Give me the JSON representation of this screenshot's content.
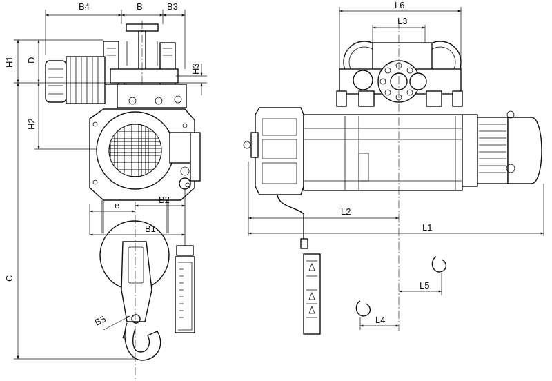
{
  "labels": {
    "B4": "B4",
    "B": "B",
    "B3": "B3",
    "H1": "H1",
    "D": "D",
    "H3": "H3",
    "H2": "H2",
    "C": "C",
    "e": "e",
    "B2": "B2",
    "B1": "B1",
    "B5": "B5",
    "L6": "L6",
    "L3": "L3",
    "L2": "L2",
    "L1": "L1",
    "L5": "L5",
    "L4": "L4"
  }
}
